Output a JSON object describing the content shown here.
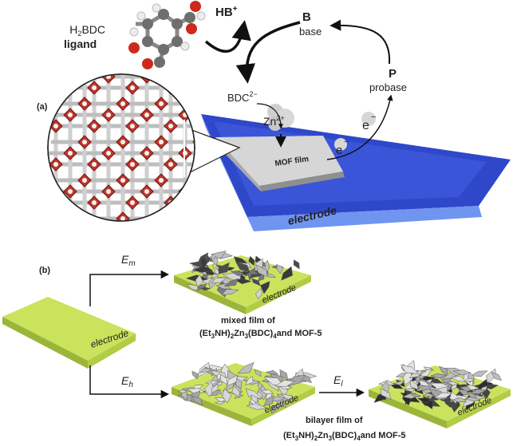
{
  "panel_a": {
    "label": "(a)",
    "ligand_formula": "H2BDC",
    "ligand_word": "ligand",
    "hb_plus": "HB+",
    "base_symbol": "B",
    "base_word": "base",
    "probase_symbol": "P",
    "probase_word": "probase",
    "bdc_ion": "BDC2−",
    "zinc_ion": "Zn2+",
    "electron": "e−",
    "mof_film_label": "MOF film",
    "electrode_label": "electrode"
  },
  "panel_b": {
    "label": "(b)",
    "start_electrode": "electrode",
    "potential_m": "Em",
    "potential_h": "Eh",
    "potential_l": "El",
    "mixed_film_line1": "mixed film of",
    "bilayer_film_line1": "bilayer film of",
    "compound": "(Et3NH)2Zn3(BDC)4and MOF-5",
    "electrode_label": "electrode"
  },
  "colors": {
    "electrode_blue": "#3a55d8",
    "electrode_green": "#c9e35c",
    "zinc_node": "#c4362a",
    "film_grey": "#b5b5b5",
    "arrow": "#111111"
  }
}
